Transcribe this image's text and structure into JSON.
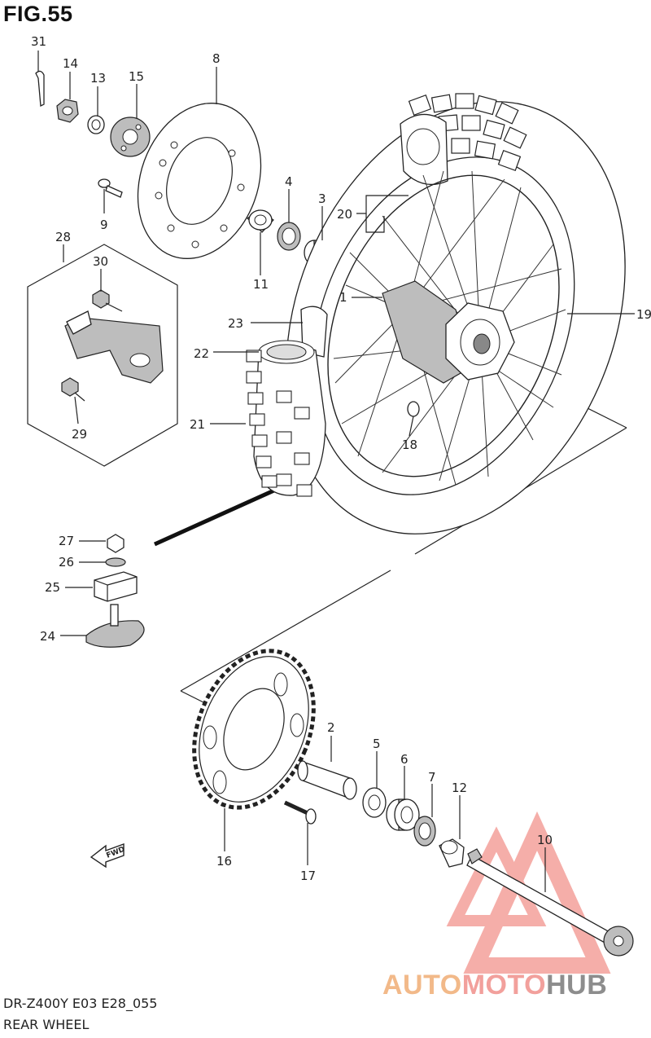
{
  "figure": {
    "title": "FIG.55",
    "model_code": "DR-Z400Y E03 E28_055",
    "name": "REAR WHEEL"
  },
  "watermark": {
    "part1": "AUTO",
    "part2": "MOTO",
    "part3": "HUB",
    "colors": {
      "auto": "#f2b989",
      "moto": "#f2a09c",
      "hub": "#8d8d8d",
      "triangle": "#f39a94"
    }
  },
  "fwd_label": "FWD",
  "callouts": [
    {
      "id": "c31",
      "label": "31"
    },
    {
      "id": "c14",
      "label": "14"
    },
    {
      "id": "c13",
      "label": "13"
    },
    {
      "id": "c15",
      "label": "15"
    },
    {
      "id": "c8",
      "label": "8"
    },
    {
      "id": "c9",
      "label": "9"
    },
    {
      "id": "c4",
      "label": "4"
    },
    {
      "id": "c3",
      "label": "3"
    },
    {
      "id": "c20",
      "label": "20"
    },
    {
      "id": "c11",
      "label": "11"
    },
    {
      "id": "c28",
      "label": "28"
    },
    {
      "id": "c30",
      "label": "30"
    },
    {
      "id": "c1",
      "label": "1"
    },
    {
      "id": "c19",
      "label": "19"
    },
    {
      "id": "c23",
      "label": "23"
    },
    {
      "id": "c22",
      "label": "22"
    },
    {
      "id": "c21",
      "label": "21"
    },
    {
      "id": "c29",
      "label": "29"
    },
    {
      "id": "c18",
      "label": "18"
    },
    {
      "id": "c27",
      "label": "27"
    },
    {
      "id": "c26",
      "label": "26"
    },
    {
      "id": "c25",
      "label": "25"
    },
    {
      "id": "c24",
      "label": "24"
    },
    {
      "id": "c2",
      "label": "2"
    },
    {
      "id": "c5",
      "label": "5"
    },
    {
      "id": "c6",
      "label": "6"
    },
    {
      "id": "c7",
      "label": "7"
    },
    {
      "id": "c12",
      "label": "12"
    },
    {
      "id": "c10",
      "label": "10"
    },
    {
      "id": "c16",
      "label": "16"
    },
    {
      "id": "c17",
      "label": "17"
    }
  ]
}
